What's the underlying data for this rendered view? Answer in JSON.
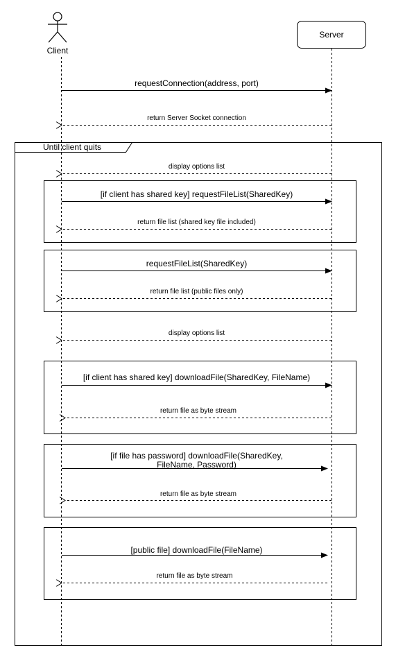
{
  "participants": {
    "client": "Client",
    "server": "Server"
  },
  "loop_label": "Until client quits",
  "messages": {
    "request_connection": "requestConnection(address, port)",
    "return_socket": "return Server Socket connection",
    "display_options_1": "display options list",
    "request_shared": "[if client has shared key] requestFileList(SharedKey)",
    "return_shared_list": "return file list (shared key file included)",
    "request_public": "requestFileList(SharedKey)",
    "return_public_list": "return file list (public files only)",
    "display_options_2": "display options list",
    "download_shared": "[if client has shared key] downloadFile(SharedKey, FileName)",
    "return_bytes_1": "return file as byte stream",
    "download_password_line1": "[if file has password] downloadFile(SharedKey,",
    "download_password_line2": "FileName, Password)",
    "return_bytes_2": "return file as byte stream",
    "download_public": "[public file] downloadFile(FileName)",
    "return_bytes_3": "return file as byte stream"
  }
}
